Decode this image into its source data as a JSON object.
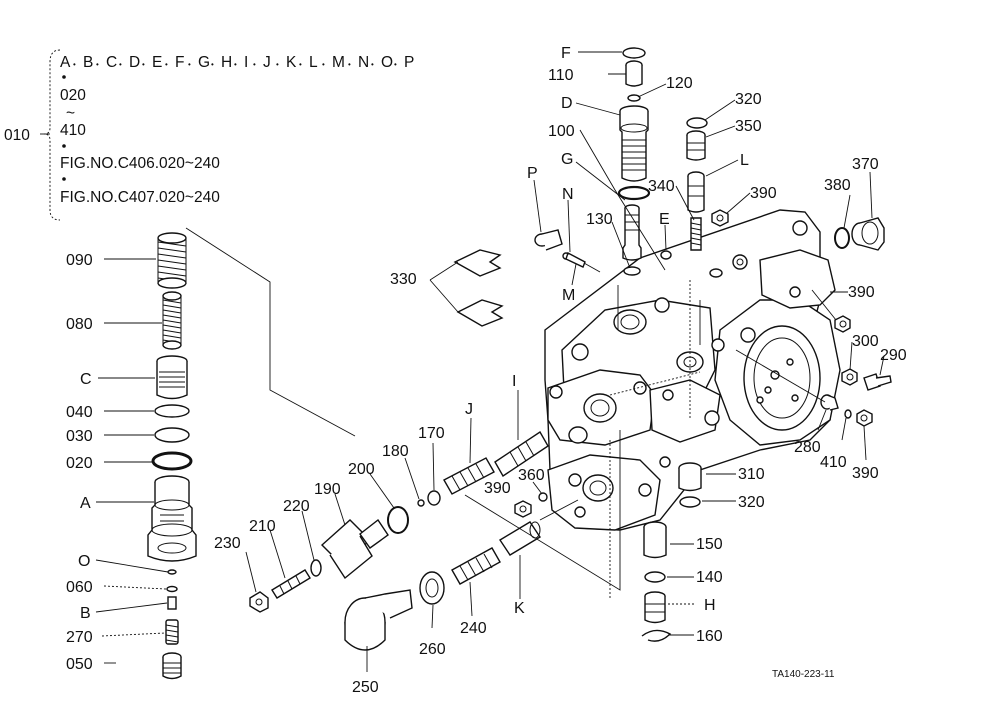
{
  "header": {
    "group_letters": [
      "A",
      "B",
      "C",
      "D",
      "E",
      "F",
      "G",
      "H",
      "I",
      "J",
      "K",
      "L",
      "M",
      "N",
      "O",
      "P"
    ],
    "range_start": "020",
    "tilde": "~",
    "range_end": "410",
    "root_ref": "010",
    "fig_ref_1": "FIG.NO.C406.020~240",
    "fig_ref_2": "FIG.NO.C407.020~240"
  },
  "labels": {
    "090": "090",
    "080": "080",
    "C": "C",
    "040": "040",
    "030": "030",
    "020": "020",
    "A": "A",
    "O": "O",
    "060": "060",
    "B": "B",
    "270": "270",
    "050": "050",
    "F": "F",
    "110": "110",
    "120": "120",
    "D": "D",
    "100": "100",
    "G": "G",
    "P": "P",
    "N": "N",
    "130": "130",
    "E": "E",
    "M": "M",
    "330": "330",
    "320a": "320",
    "350": "350",
    "L": "L",
    "340": "340",
    "390a": "390",
    "380": "380",
    "370": "370",
    "390b": "390",
    "300": "300",
    "290": "290",
    "280": "280",
    "410": "410",
    "390c": "390",
    "310": "310",
    "320b": "320",
    "150": "150",
    "140": "140",
    "H": "H",
    "160": "160",
    "I": "I",
    "J": "J",
    "170": "170",
    "180": "180",
    "200": "200",
    "190": "190",
    "220": "220",
    "210": "210",
    "230": "230",
    "360": "360",
    "390d": "390",
    "K": "K",
    "240": "240",
    "260": "260",
    "250": "250"
  },
  "drawing_code": "TA140-223-11"
}
